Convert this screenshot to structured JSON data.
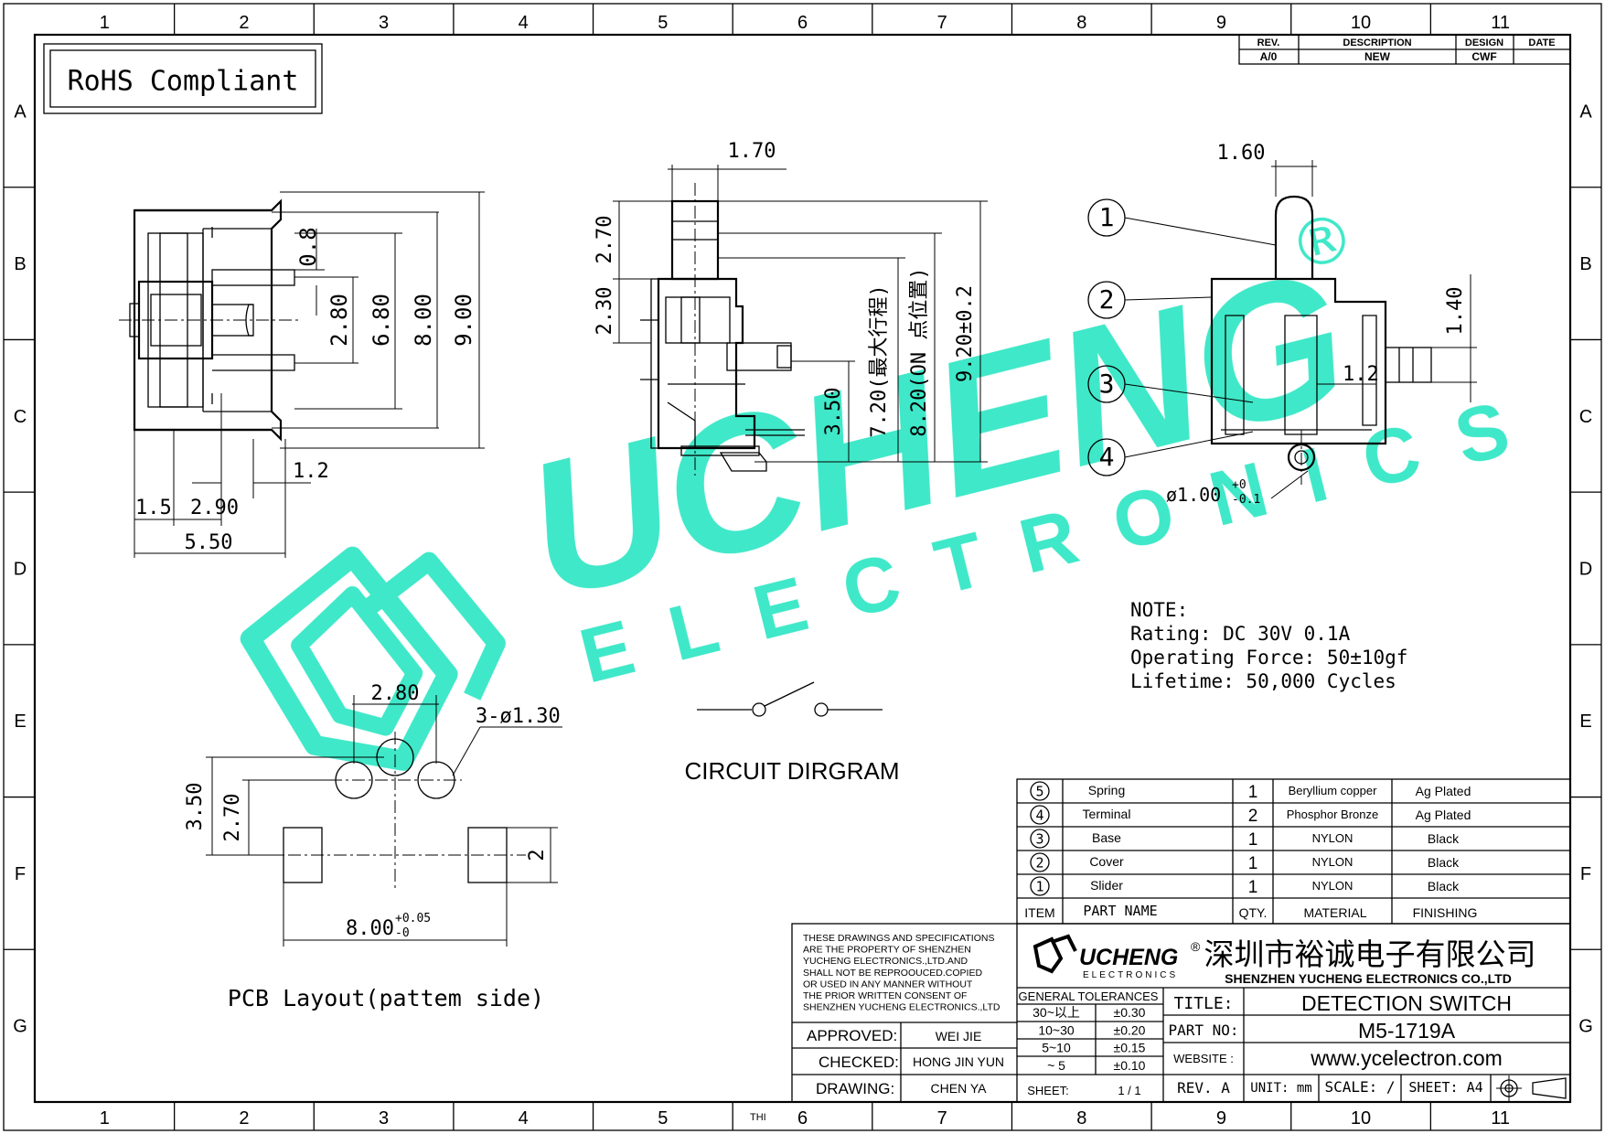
{
  "frame": {
    "columns": [
      "1",
      "2",
      "3",
      "4",
      "5",
      "6",
      "7",
      "8",
      "9",
      "10",
      "11"
    ],
    "rows": [
      "A",
      "B",
      "C",
      "D",
      "E",
      "F",
      "G"
    ]
  },
  "rohs_label": "RoHS Compliant",
  "revision_table": {
    "headers": [
      "REV.",
      "DESCRIPTION",
      "DESIGN",
      "DATE"
    ],
    "row": [
      "A/0",
      "NEW",
      "CWF",
      ""
    ]
  },
  "watermark": {
    "brand": "UCHENG",
    "registered": "®",
    "sub": "ELECTRONICS"
  },
  "front_view_dims": {
    "d_0_8": "0.8",
    "d_2_80": "2.80",
    "d_6_80": "6.80",
    "d_8_00": "8.00",
    "d_9_00": "9.00",
    "d_1_2": "1.2",
    "d_1_5": "1.5",
    "d_2_90": "2.90",
    "d_5_50": "5.50"
  },
  "side_view_dims": {
    "d_1_70": "1.70",
    "d_2_70": "2.70",
    "d_2_30": "2.30",
    "d_3_50": "3.50",
    "d_7_20": "7.20(最大行程)",
    "d_8_20": "8.20(ON 点位置)",
    "d_9_20": "9.20±0.2"
  },
  "section_view_dims": {
    "d_1_60": "1.60",
    "d_1_40": "1.40",
    "d_1_2": "1.2",
    "hole": "ø1.00",
    "hole_tol_plus": "+0",
    "hole_tol_minus": "-0.1",
    "callouts": [
      "1",
      "2",
      "3",
      "4"
    ]
  },
  "note": {
    "title": "NOTE:",
    "lines": [
      "Rating:  DC  30V  0.1A",
      "Operating  Force:  50±10gf",
      "Lifetime:    50,000  Cycles"
    ]
  },
  "circuit_label": "CIRCUIT  DIRGRAM",
  "pcb": {
    "d_2_80": "2.80",
    "d_holes": "3-ø1.30",
    "d_3_50": "3.50",
    "d_2_70": "2.70",
    "d_2": "2",
    "d_8_00": "8.00",
    "d_8_00_plus": "+0.05",
    "d_8_00_minus": "-0",
    "label": "PCB  Layout(pattem  side)"
  },
  "bom": {
    "rows": [
      {
        "item": "5",
        "name": "Spring",
        "qty": "1",
        "material": "Beryllium  copper",
        "finishing": "Ag  Plated"
      },
      {
        "item": "4",
        "name": "Terminal",
        "qty": "2",
        "material": "Phosphor  Bronze",
        "finishing": "Ag  Plated"
      },
      {
        "item": "3",
        "name": "Base",
        "qty": "1",
        "material": "NYLON",
        "finishing": "Black"
      },
      {
        "item": "2",
        "name": "Cover",
        "qty": "1",
        "material": "NYLON",
        "finishing": "Black"
      },
      {
        "item": "1",
        "name": "Slider",
        "qty": "1",
        "material": "NYLON",
        "finishing": "Black"
      }
    ],
    "headers": [
      "ITEM",
      "PART  NAME",
      "QTY.",
      "MATERIAL",
      "FINISHING"
    ]
  },
  "title_block": {
    "property_notice": [
      "THESE DRAWINGS AND SPECIFICATIONS",
      "ARE THE PROPERTY OF SHENZHEN",
      "YUCHENG ELECTRONICS.,LTD.AND",
      "SHALL NOT BE REPROOUCED.COPIED",
      "OR USED IN ANY MANNER WITHOUT",
      "THE PRIOR WRITTEN CONSENT OF",
      "SHENZHEN YUCHENG ELECTRONICS.,LTD"
    ],
    "logo_text": "UCHENG",
    "logo_sub": "ELECTRONICS",
    "company_cn": "深圳市裕诚电子有限公司",
    "company_en": "SHENZHEN  YUCHENG  ELECTRONICS  CO.,LTD",
    "tolerances_title": "GENERAL  TOLERANCES",
    "tolerances": [
      [
        "30~以上",
        "±0.30"
      ],
      [
        "10~30",
        "±0.20"
      ],
      [
        "5~10",
        "±0.15"
      ],
      [
        "~  5",
        "±0.10"
      ]
    ],
    "approved_label": "APPROVED:",
    "approved_value": "WEI JIE",
    "checked_label": "CHECKED:",
    "checked_value": "HONG JIN YUN",
    "drawing_label": "DRAWING:",
    "drawing_value": "CHEN YA",
    "sheet_label": "SHEET:",
    "sheet_value": "1 / 1",
    "title_label": "TITLE:",
    "title_value": "DETECTION  SWITCH",
    "part_label": "PART  NO:",
    "part_value": "M5-1719A",
    "website_label": "WEBSITE :",
    "website_value": "www.ycelectron.com",
    "rev": "REV.  A",
    "unit": "UNIT:  mm",
    "scale": "SCALE:  /",
    "sheet_size": "SHEET:  A4",
    "thi": "THI"
  }
}
